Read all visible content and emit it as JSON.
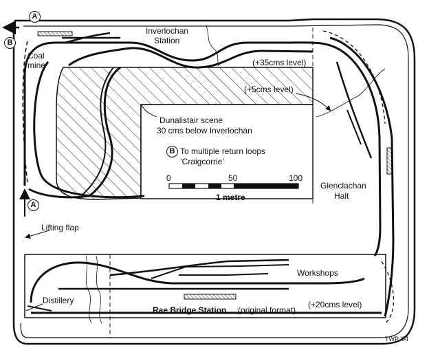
{
  "labels": {
    "inverlochan": "Inverlochan",
    "inverlochan_station": "Station",
    "coal": "Coal",
    "coal_mine": "mine",
    "level35": "(+35cms level)",
    "level5": "(+5cms level)",
    "dunalistair_1": "Dunalistair scene",
    "dunalistair_2": "30 cms below Inverlochan",
    "multiple_return_1": "To multiple return loops",
    "multiple_return_2": "‘Craigcorrie’",
    "glenclachan": "Glenclachan",
    "glenclachan_halt": "Halt",
    "lifting_flap": "Lifting flap",
    "workshops": "Workshops",
    "distillery": "Distillery",
    "rae_bridge": "Rae Bridge Station",
    "rae_bridge_note": "(original format)",
    "level20": "(+20cms level)",
    "signature": "TWP '94"
  },
  "markers": {
    "a_top": "A",
    "b_left": "B",
    "b_key": "B",
    "a_left": "A"
  },
  "scale": {
    "tick0": "0",
    "tick50": "50",
    "tick100": "100",
    "unit": "1 metre"
  }
}
